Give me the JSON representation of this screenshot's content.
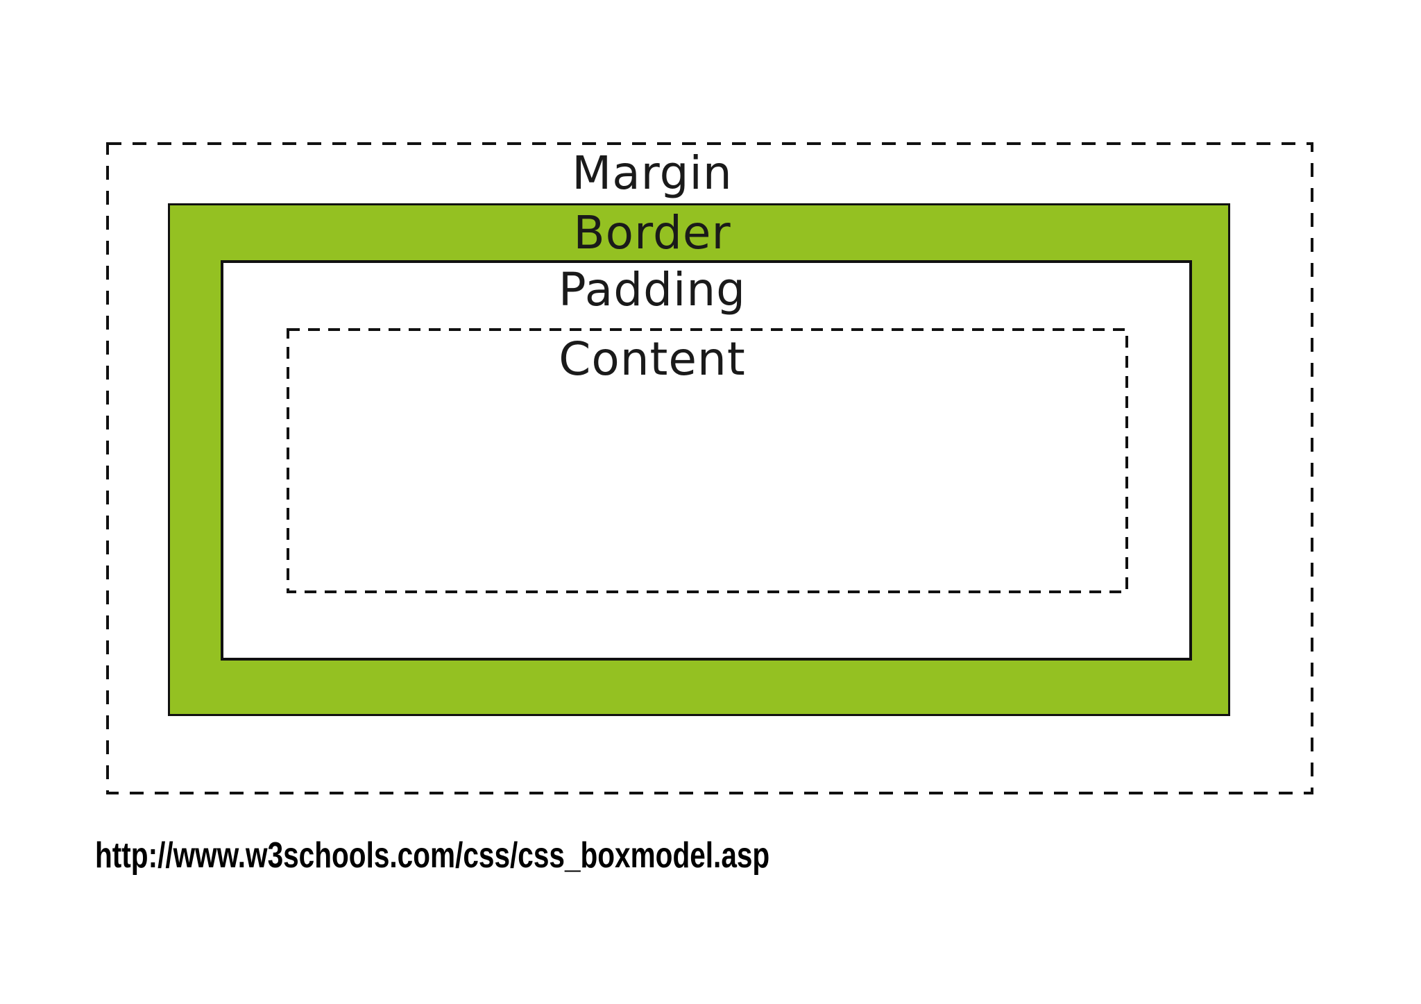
{
  "diagram": {
    "labels": {
      "margin": "Margin",
      "border": "Border",
      "padding": "Padding",
      "content": "Content"
    }
  },
  "footer": {
    "url": "http://www.w3schools.com/css/css_boxmodel.asp"
  },
  "colors": {
    "border_fill": "#94c122",
    "line": "#111111",
    "text": "#1a1a1a",
    "background": "#ffffff"
  }
}
